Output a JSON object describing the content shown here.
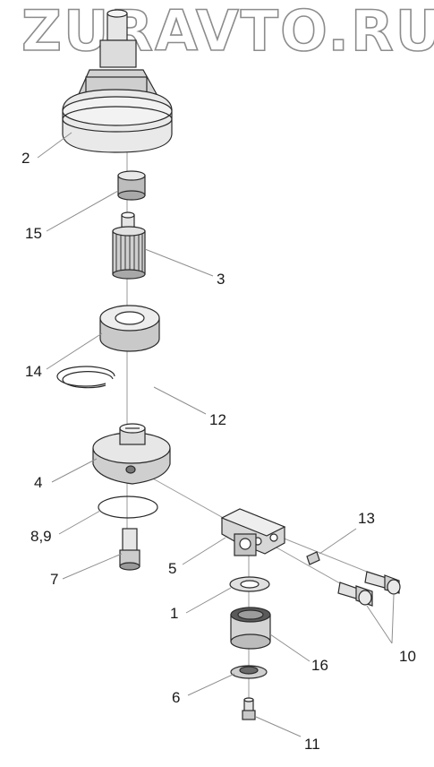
{
  "watermark": "ZURAVTO.RU",
  "callouts": {
    "c2": "2",
    "c15": "15",
    "c3": "3",
    "c14": "14",
    "c12": "12",
    "c4": "4",
    "c89": "8,9",
    "c7": "7",
    "c5": "5",
    "c13": "13",
    "c1": "1",
    "c10": "10",
    "c16": "16",
    "c6": "6",
    "c11": "11"
  }
}
